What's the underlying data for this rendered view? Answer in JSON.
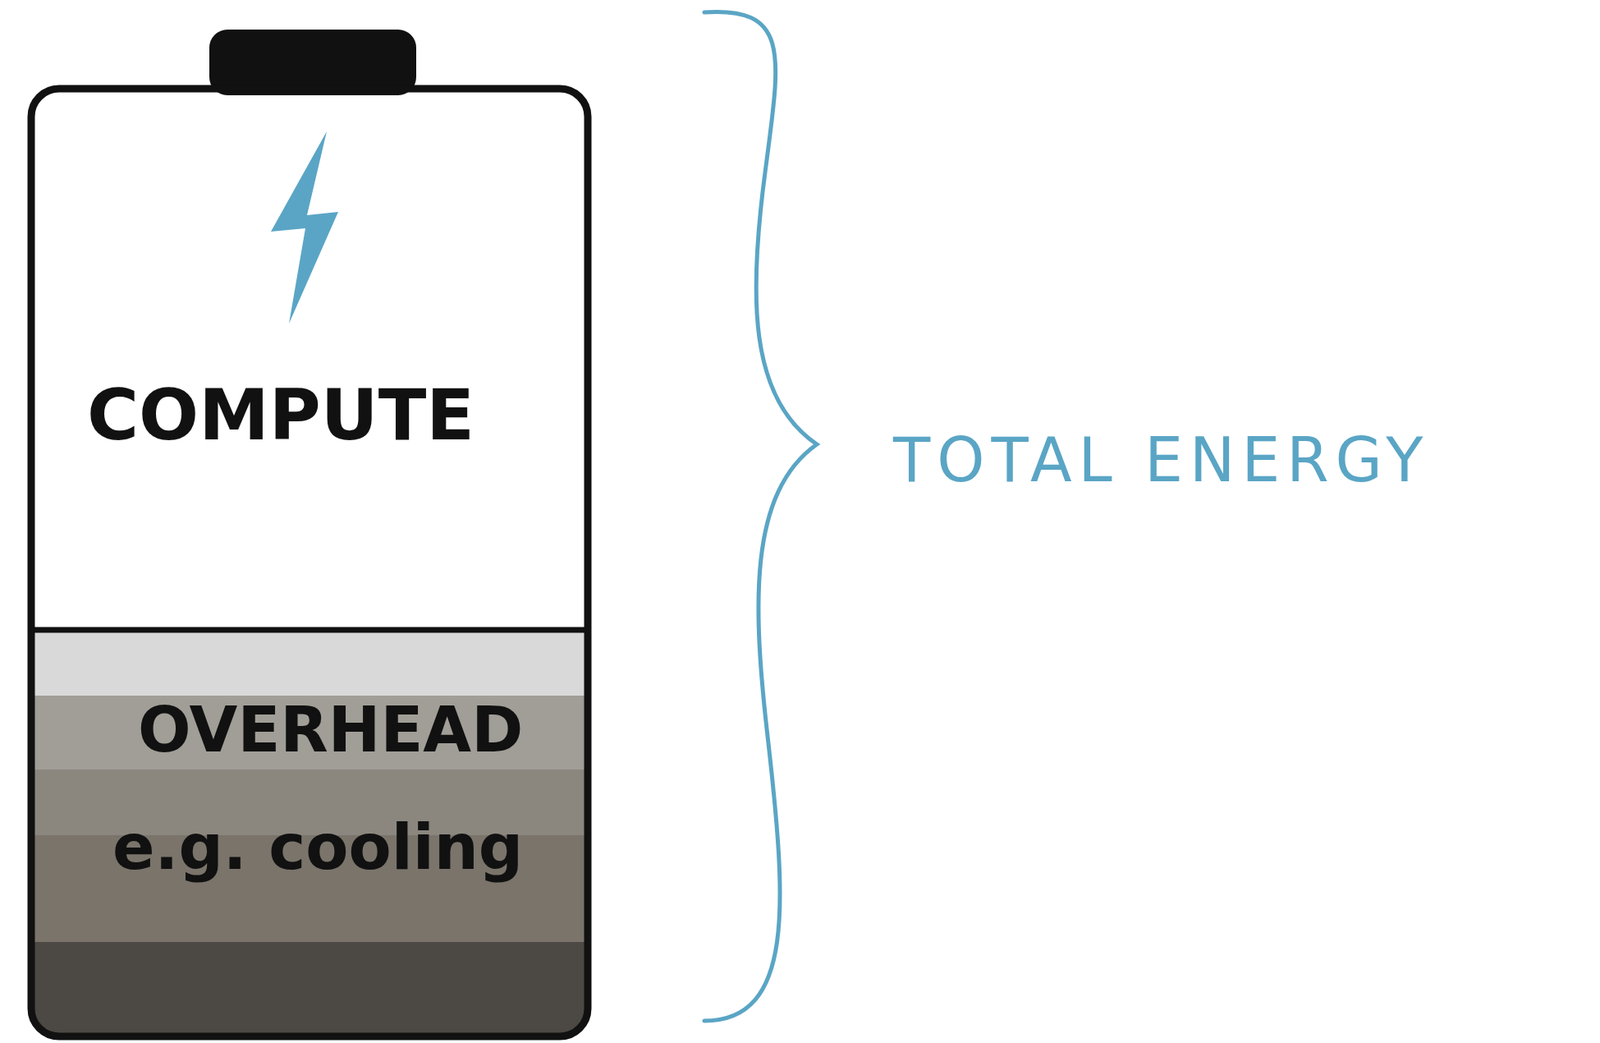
{
  "diagram": {
    "nodes": [
      {
        "text": [
          "COMPUTE"
        ]
      },
      {
        "text": [
          "OVERHEAD",
          "e.g. cooling"
        ]
      }
    ],
    "labels": [
      "TOTAL ENERGY"
    ]
  }
}
